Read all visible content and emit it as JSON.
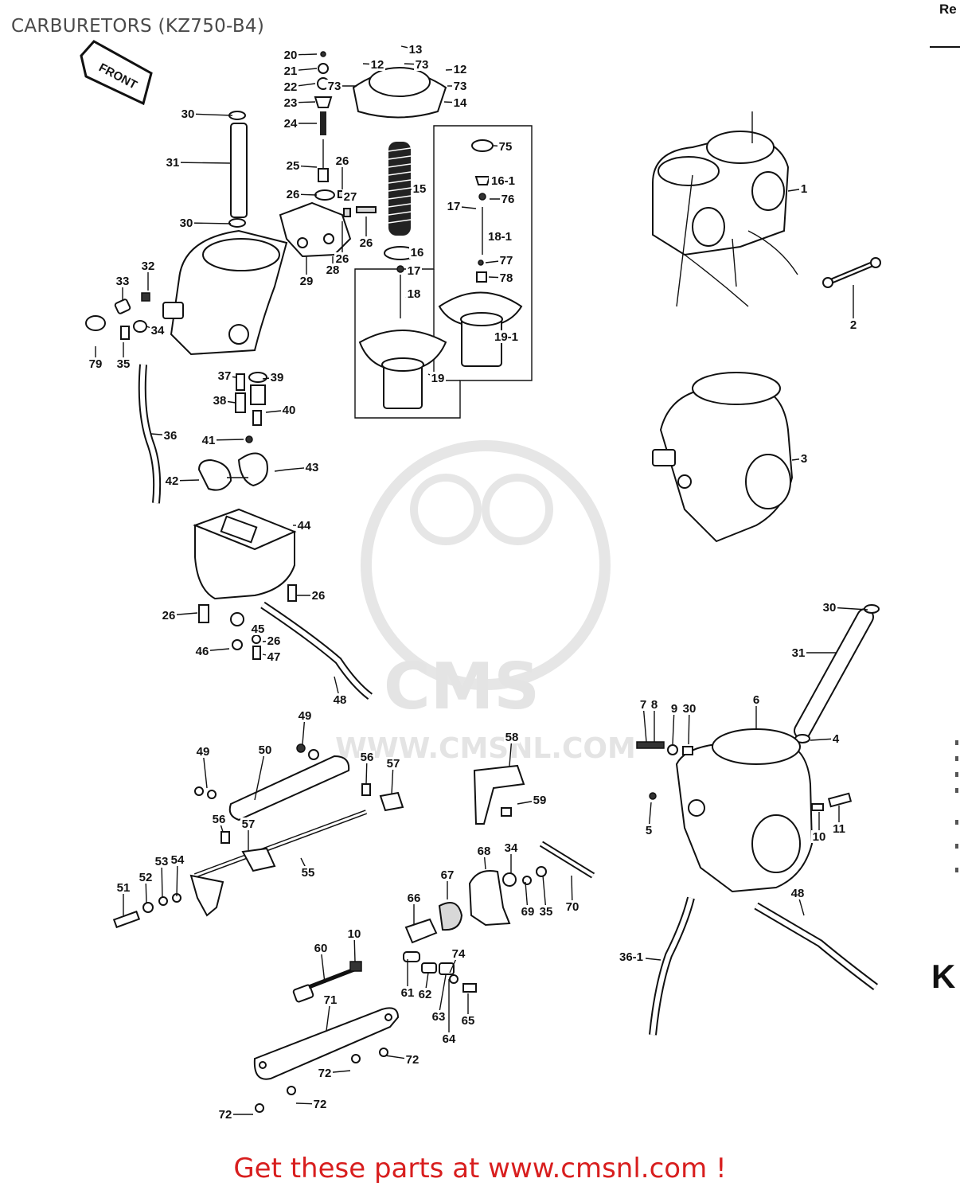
{
  "title": "CARBURETORS (KZ750-B4)",
  "corner_text": "Re",
  "corner_letter": "K",
  "front_label": "FRONT",
  "watermark": {
    "brand": "CMS",
    "url": "WWW.CMSNL.COM"
  },
  "cta": {
    "text": "Get these parts at www.cmsnl.com !"
  },
  "callouts": [
    "20",
    "21",
    "22",
    "23",
    "24",
    "25",
    "26",
    "26",
    "27",
    "26",
    "26",
    "28",
    "29",
    "13",
    "12",
    "73",
    "12",
    "73",
    "73",
    "14",
    "15",
    "16",
    "17",
    "18",
    "19",
    "75",
    "16-1",
    "17",
    "76",
    "18-1",
    "77",
    "78",
    "19-1",
    "30",
    "31",
    "30",
    "32",
    "33",
    "79",
    "35",
    "34",
    "36",
    "37",
    "39",
    "38",
    "40",
    "41",
    "42",
    "43",
    "44",
    "26",
    "26",
    "45",
    "46",
    "26",
    "47",
    "48",
    "1",
    "2",
    "3",
    "30",
    "31",
    "4",
    "6",
    "7",
    "8",
    "9",
    "30",
    "5",
    "10",
    "11",
    "48",
    "36-1",
    "49",
    "49",
    "50",
    "56",
    "57",
    "56",
    "57",
    "55",
    "51",
    "52",
    "53",
    "54",
    "58",
    "59",
    "68",
    "34",
    "67",
    "66",
    "69",
    "35",
    "70",
    "60",
    "10",
    "74",
    "61",
    "62",
    "63",
    "64",
    "65",
    "71",
    "72",
    "72",
    "72",
    "72"
  ]
}
